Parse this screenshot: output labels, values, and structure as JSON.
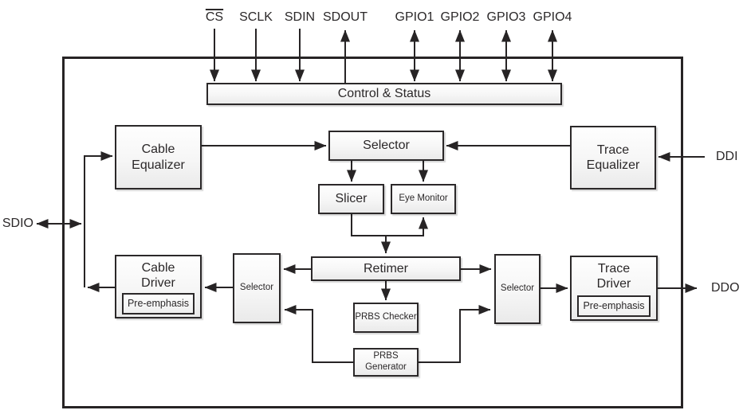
{
  "diagram_type": "functional-block-diagram",
  "pins": {
    "top": [
      {
        "label": "CS",
        "active_low": true,
        "direction": "input"
      },
      {
        "label": "SCLK",
        "direction": "input"
      },
      {
        "label": "SDIN",
        "direction": "input"
      },
      {
        "label": "SDOUT",
        "direction": "output"
      },
      {
        "label": "GPIO1",
        "direction": "bidirectional"
      },
      {
        "label": "GPIO2",
        "direction": "bidirectional"
      },
      {
        "label": "GPIO3",
        "direction": "bidirectional"
      },
      {
        "label": "GPIO4",
        "direction": "bidirectional"
      }
    ],
    "left": [
      {
        "label": "SDIO",
        "direction": "bidirectional"
      }
    ],
    "right": [
      {
        "label": "DDI",
        "direction": "input"
      },
      {
        "label": "DDO",
        "direction": "output"
      }
    ]
  },
  "blocks": {
    "control_status": {
      "label": "Control & Status"
    },
    "cable_equalizer": {
      "line1": "Cable",
      "line2": "Equalizer"
    },
    "trace_equalizer": {
      "line1": "Trace",
      "line2": "Equalizer"
    },
    "selector_top": {
      "label": "Selector"
    },
    "slicer": {
      "label": "Slicer"
    },
    "eye_monitor": {
      "label": "Eye Monitor"
    },
    "retimer": {
      "label": "Retimer"
    },
    "selector_left": {
      "label": "Selector"
    },
    "selector_right": {
      "label": "Selector"
    },
    "cable_driver": {
      "line1": "Cable",
      "line2": "Driver",
      "sub": "Pre-emphasis"
    },
    "trace_driver": {
      "line1": "Trace",
      "line2": "Driver",
      "sub": "Pre-emphasis"
    },
    "prbs_checker": {
      "label": "PRBS Checker"
    },
    "prbs_generator": {
      "line1": "PRBS",
      "line2": "Generator"
    }
  },
  "colors": {
    "background": "#ffffff",
    "line": "#272425",
    "block_border": "#2b2829",
    "block_fill_top": "#fefefe",
    "block_fill_bottom": "#eaeaea",
    "text": "#2b2829"
  }
}
